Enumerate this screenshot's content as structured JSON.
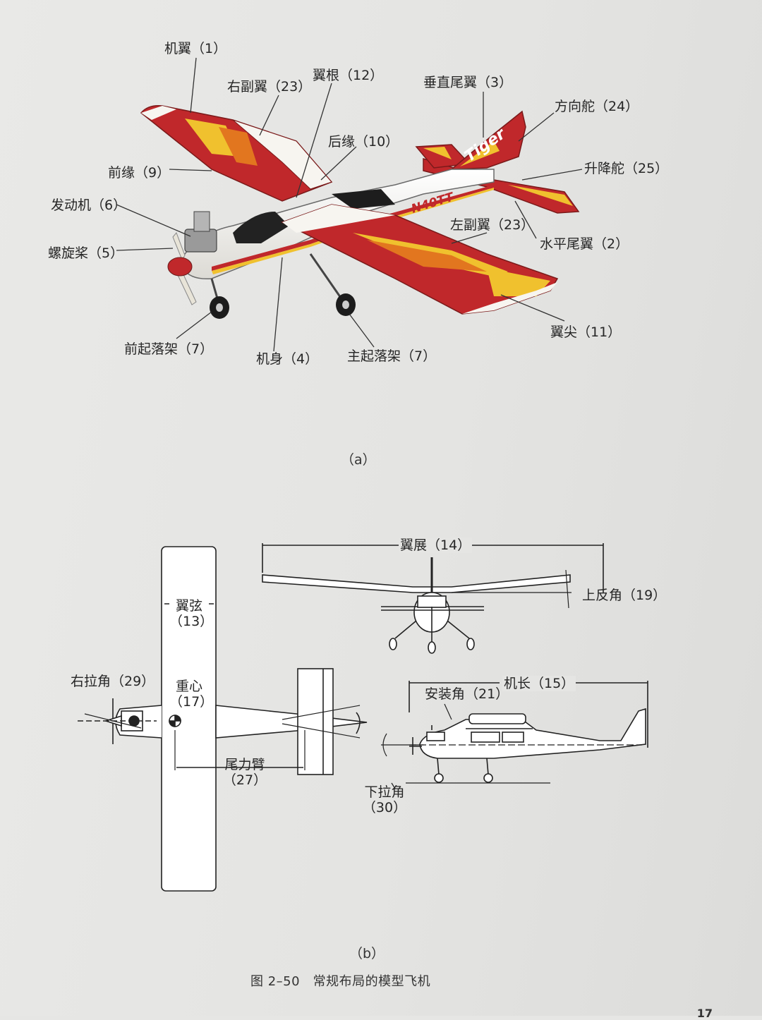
{
  "panel_a": {
    "caption": "（a）",
    "registration": "N40TT",
    "brand_mark": "Tiger",
    "labels": {
      "wing": "机翼（1）",
      "right_aileron": "右副翼（23）",
      "wing_root": "翼根（12）",
      "vertical_tail": "垂直尾翼（3）",
      "rudder": "方向舵（24）",
      "trailing_edge": "后缘（10）",
      "leading_edge": "前缘（9）",
      "elevator": "升降舵（25）",
      "engine": "发动机（6）",
      "left_aileron": "左副翼（23）",
      "horizontal_tail": "水平尾翼（2）",
      "propeller": "螺旋桨（5）",
      "wing_tip": "翼尖（11）",
      "nose_gear": "前起落架（7）",
      "fuselage": "机身（4）",
      "main_gear": "主起落架（7）"
    }
  },
  "panel_b": {
    "caption": "（b）",
    "labels": {
      "wingspan": "翼展（14）",
      "dihedral": "上反角（19）",
      "chord_name": "翼弦",
      "chord_num": "（13）",
      "right_thrust": "右拉角（29）",
      "cg_name": "重心",
      "cg_num": "（17）",
      "length": "机长（15）",
      "incidence": "安装角（21）",
      "tail_arm_name": "尾力臂",
      "tail_arm_num": "（27）",
      "down_thrust_name": "下拉角",
      "down_thrust_num": "（30）"
    }
  },
  "figure_title": "图 2–50　常规布局的模型飞机",
  "page_number": "17",
  "colors": {
    "wing_red": "#c0282b",
    "trim_yellow": "#f0c12e",
    "trim_orange": "#e2761f",
    "body_white": "#f7f5f0",
    "line_art": "#222222"
  }
}
